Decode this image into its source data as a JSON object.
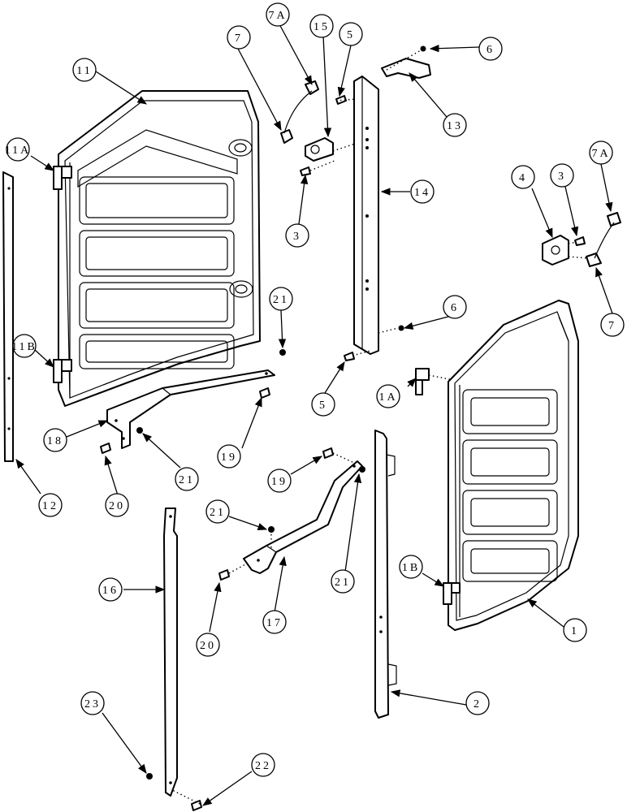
{
  "diagram": {
    "callouts": [
      "11",
      "7A",
      "7",
      "15",
      "5",
      "6",
      "13",
      "11A",
      "14",
      "3",
      "4",
      "3",
      "7A",
      "7",
      "21",
      "11B",
      "6",
      "5",
      "1A",
      "18",
      "19",
      "21",
      "20",
      "12",
      "19",
      "21",
      "1B",
      "16",
      "17",
      "21",
      "20",
      "1",
      "2",
      "23",
      "22"
    ]
  }
}
